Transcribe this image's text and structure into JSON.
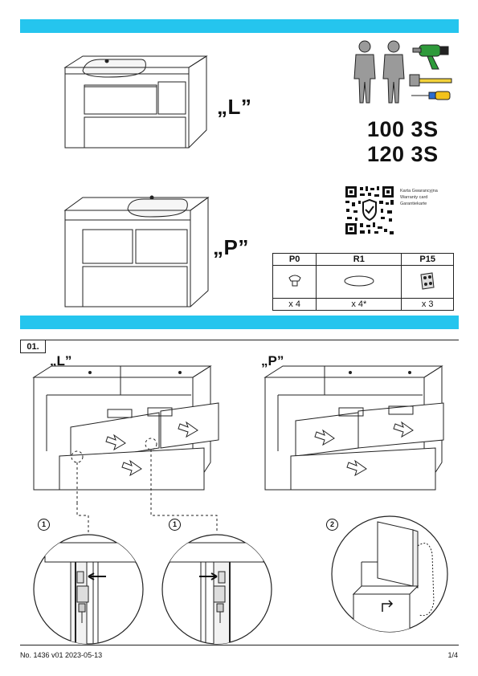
{
  "variants": {
    "left_label": "„L”",
    "right_label": "„P”"
  },
  "models": [
    "100 3S",
    "120 3S"
  ],
  "qr_caption": [
    "Karta Gwarancyjna",
    "Warranty card",
    "Garantiekarte"
  ],
  "parts": [
    {
      "code": "P0",
      "qty": "x 4"
    },
    {
      "code": "R1",
      "qty": "x 4*"
    },
    {
      "code": "P15",
      "qty": "x 3"
    }
  ],
  "step": {
    "number": "01.",
    "left_label": "„L”",
    "right_label": "„P”",
    "details": [
      "1",
      "1",
      "2"
    ]
  },
  "footer": {
    "doc_number": "No. 1436 v01 2023-05-13",
    "page": "1/4"
  },
  "colors": {
    "accent_bar": "#25c5ee",
    "ink": "#111111"
  }
}
